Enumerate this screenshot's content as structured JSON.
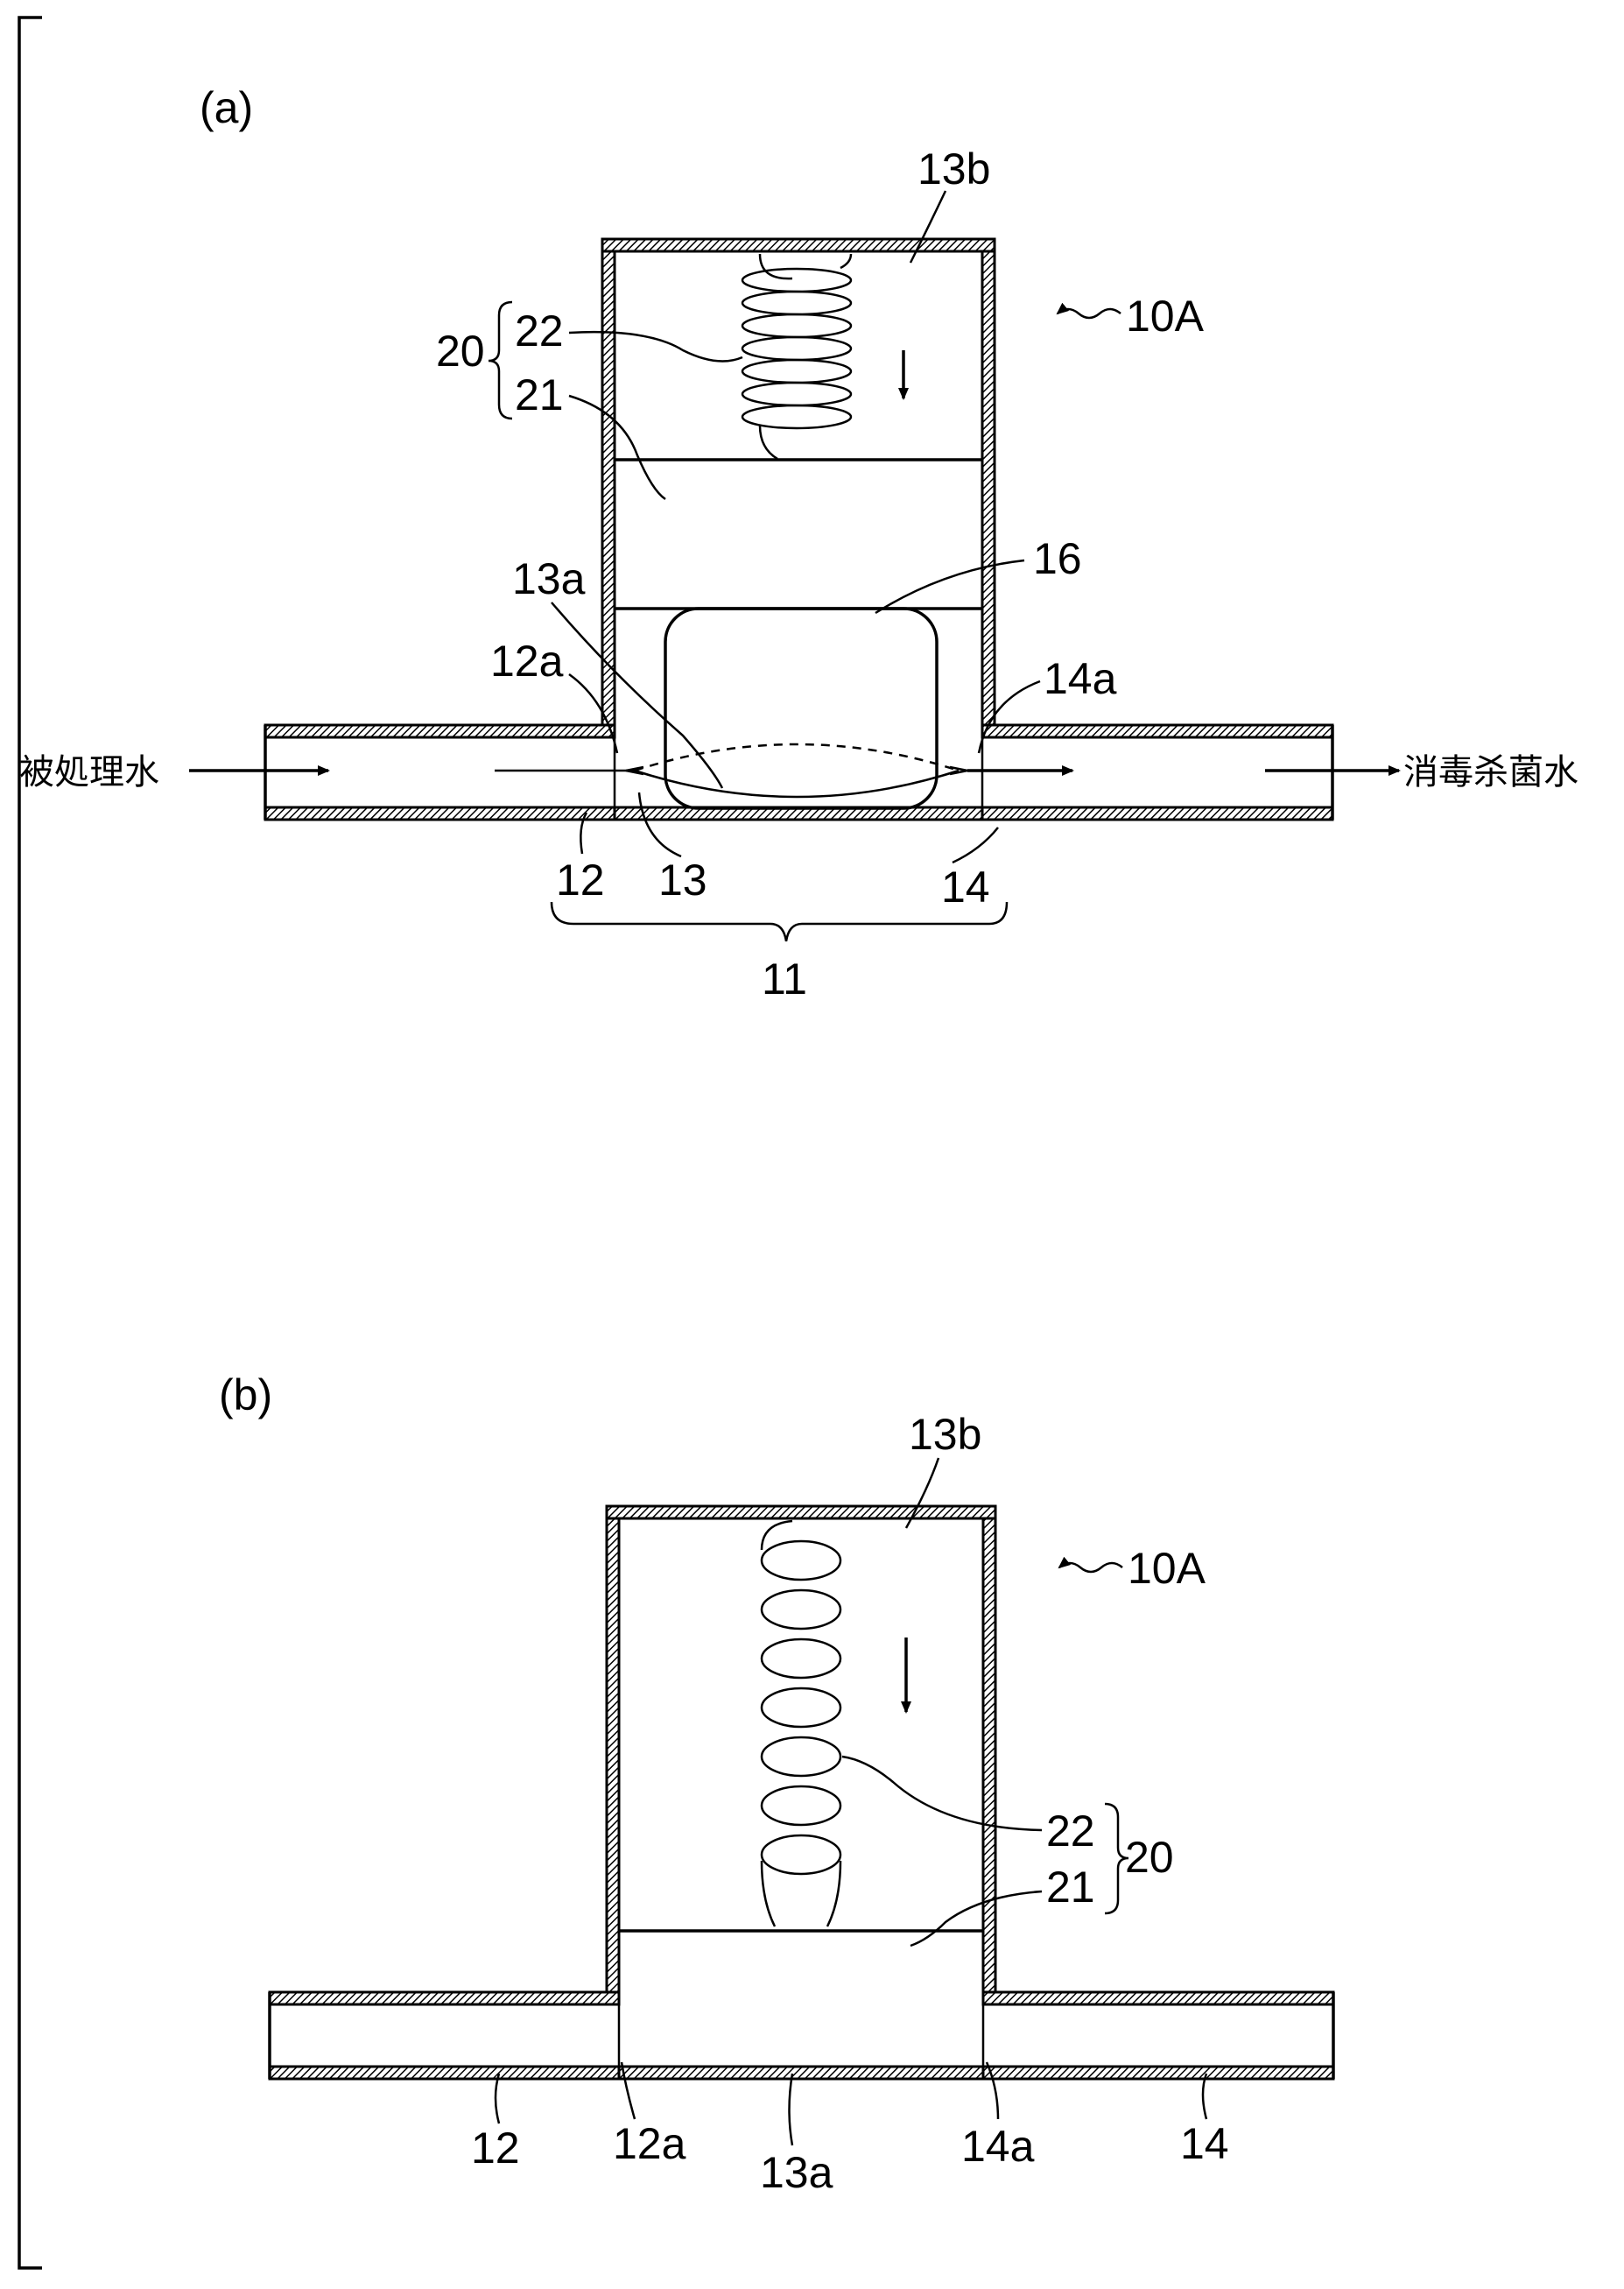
{
  "panels": {
    "a": {
      "panel_label": "(a)",
      "labels": {
        "device": "10A",
        "chamber_top": "13b",
        "group": "20",
        "spring": "22",
        "plate": "21",
        "bag": "16",
        "inner_wall": "13a",
        "inlet_opening": "12a",
        "outlet_opening": "14a",
        "inlet_pipe": "12",
        "chamber": "13",
        "outlet_pipe": "14",
        "assembly": "11",
        "inflow": "被処理水",
        "outflow": "消毒杀菌水"
      }
    },
    "b": {
      "panel_label": "(b)",
      "labels": {
        "device": "10A",
        "chamber_top": "13b",
        "spring": "22",
        "plate": "21",
        "group": "20",
        "inlet_pipe": "12",
        "inlet_opening": "12a",
        "inner_wall": "13a",
        "outlet_opening": "14a",
        "outlet_pipe": "14"
      }
    }
  }
}
